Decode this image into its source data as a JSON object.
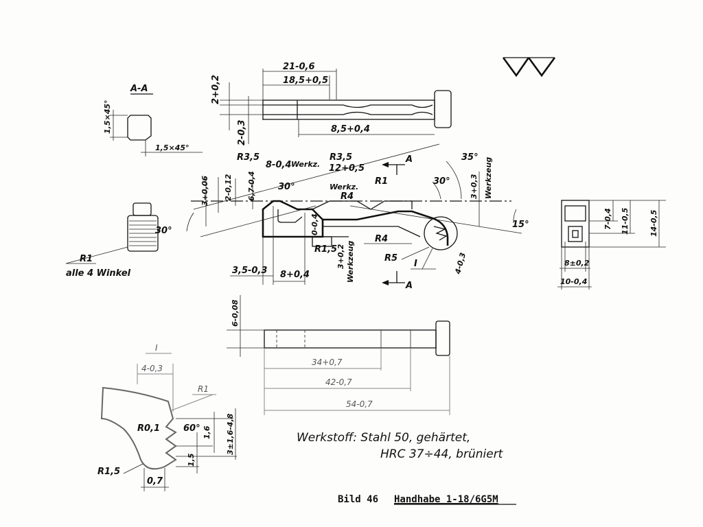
{
  "section_label": "A-A",
  "section_dims": {
    "chamfer_vertical": "1,5×45°",
    "chamfer_horizontal": "1,5×45°"
  },
  "top_view": {
    "len_total": "21-0,6",
    "len_slot": "18,5+0,5",
    "len_shank": "8,5+0,4",
    "height_top": "2+0,2",
    "height_mid": "2-0,3"
  },
  "side_view": {
    "r_left": "R3,5",
    "r_right": "R3,5",
    "width_notch": "8-0,4",
    "werkz_1": "Werkz.",
    "werkz_2": "Werkz.",
    "width_slot": "12+0,5",
    "r4_top": "R4",
    "r1_top": "R1",
    "angle_30_left": "30°",
    "angle_30_right": "30°",
    "angle_35": "35°",
    "angle_15": "15°",
    "angle_30_outer": "30°",
    "dim_3_006": "3+0,06",
    "dim_2_012": "2-0,12",
    "dim_67_04": "6,7-0,4",
    "dim_0_04": "0-0,4",
    "dim_3_03": "3+0,3",
    "werkzeug_right": "Werkzeug",
    "r15": "R1,5",
    "dim_3_02": "3+0,2",
    "werkzeug_bottom": "Werkzeug",
    "r4_bottom": "R4",
    "r5": "R5",
    "detail_mark": "I",
    "dim_4_03": "4-0,3",
    "dim_35_03": "3,5-0,3",
    "dim_8_04": "8+0,4",
    "section_mark_top": "A",
    "section_mark_bottom": "A"
  },
  "left_part": {
    "radius": "R1",
    "note": "alle 4 Winkel"
  },
  "end_view": {
    "dim_7": "7-0,4",
    "dim_11": "11-0,5",
    "dim_14": "14-0,5",
    "dim_8": "8±0,2",
    "dim_10": "10-0,4"
  },
  "bottom_view": {
    "height": "6-0,08",
    "len_34": "34+0,7",
    "len_42": "42-0,7",
    "len_54": "54-0,7"
  },
  "detail": {
    "label": "I",
    "dim_4": "4-0,3",
    "r1": "R1",
    "r01": "R0,1",
    "angle_60": "60°",
    "dim_16": "1,6",
    "dim_3_16_48": "3±1,6-4,8",
    "dim_15": "1,5",
    "r15": "R1,5",
    "dim_07": "0,7"
  },
  "surface_symbol": "▽▽",
  "material": {
    "line1": "Werkstoff: Stahl 50, gehärtet,",
    "line2": "HRC 37÷44, brüniert"
  },
  "caption": {
    "prefix": "Bild 46",
    "title": "Handhabe 1-18/6G5M"
  }
}
